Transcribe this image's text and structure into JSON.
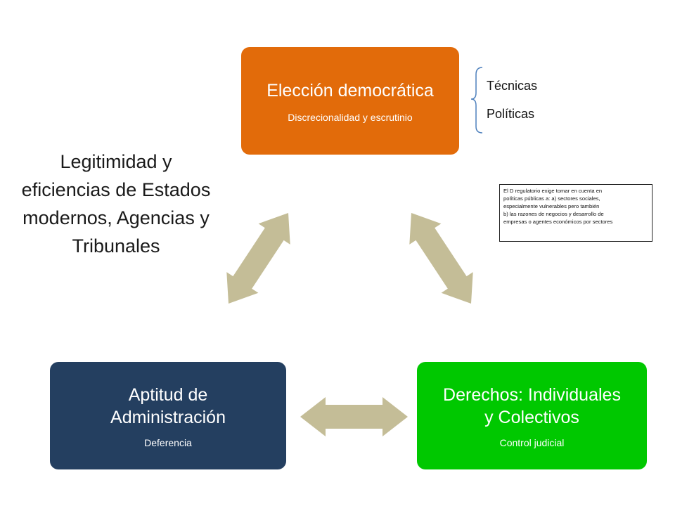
{
  "colors": {
    "eleccion": "#e26b0a",
    "aptitud": "#243f60",
    "derechos": "#00c800",
    "arrows": "#c4bd97",
    "bracket": "#4f81bd"
  },
  "side_title": {
    "lines": [
      "Legitimidad y",
      "eficiencias de Estados",
      "modernos, Agencias y",
      "Tribunales"
    ]
  },
  "nodes": {
    "eleccion": {
      "title": "Elección democrática",
      "subtitle": "Discrecionalidad y escrutinio"
    },
    "aptitud": {
      "title_lines": [
        "Aptitud de",
        "Administración"
      ],
      "subtitle": "Deferencia"
    },
    "derechos": {
      "title_lines": [
        "Derechos: Individuales",
        "y Colectivos"
      ],
      "subtitle": "Control judicial"
    }
  },
  "branches": [
    "Técnicas",
    "Políticas"
  ],
  "note": {
    "lines": [
      "El D regulatorio exige tomar en cuenta en",
      "políticas públicas a:    a) sectores sociales,",
      "especialmente vulnerables pero también",
      "b) las razones de negocios y desarrollo de",
      "empresas o agentes económicos por sectores"
    ]
  },
  "arrows": [
    {
      "name": "arrow-eleccion-aptitud",
      "from": "eleccion",
      "to": "aptitud"
    },
    {
      "name": "arrow-eleccion-derechos",
      "from": "eleccion",
      "to": "derechos"
    },
    {
      "name": "arrow-aptitud-derechos",
      "from": "aptitud",
      "to": "derechos"
    }
  ]
}
